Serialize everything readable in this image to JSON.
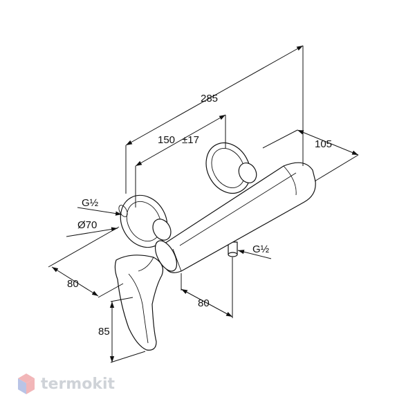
{
  "dimensions": {
    "overall_width": "285",
    "center_distance": "150",
    "center_tolerance": "±17",
    "depth": "105",
    "connection_left": "G½",
    "rosette_diameter": "Ø70",
    "lever_depth": "80",
    "outlet_offset": "80",
    "lever_height": "85",
    "outlet_connection": "G½"
  },
  "watermark": {
    "text": "termokit",
    "text_color": "#cfd3d8",
    "logo_colors": [
      "#f2b6b8",
      "#b9c4e6"
    ]
  }
}
